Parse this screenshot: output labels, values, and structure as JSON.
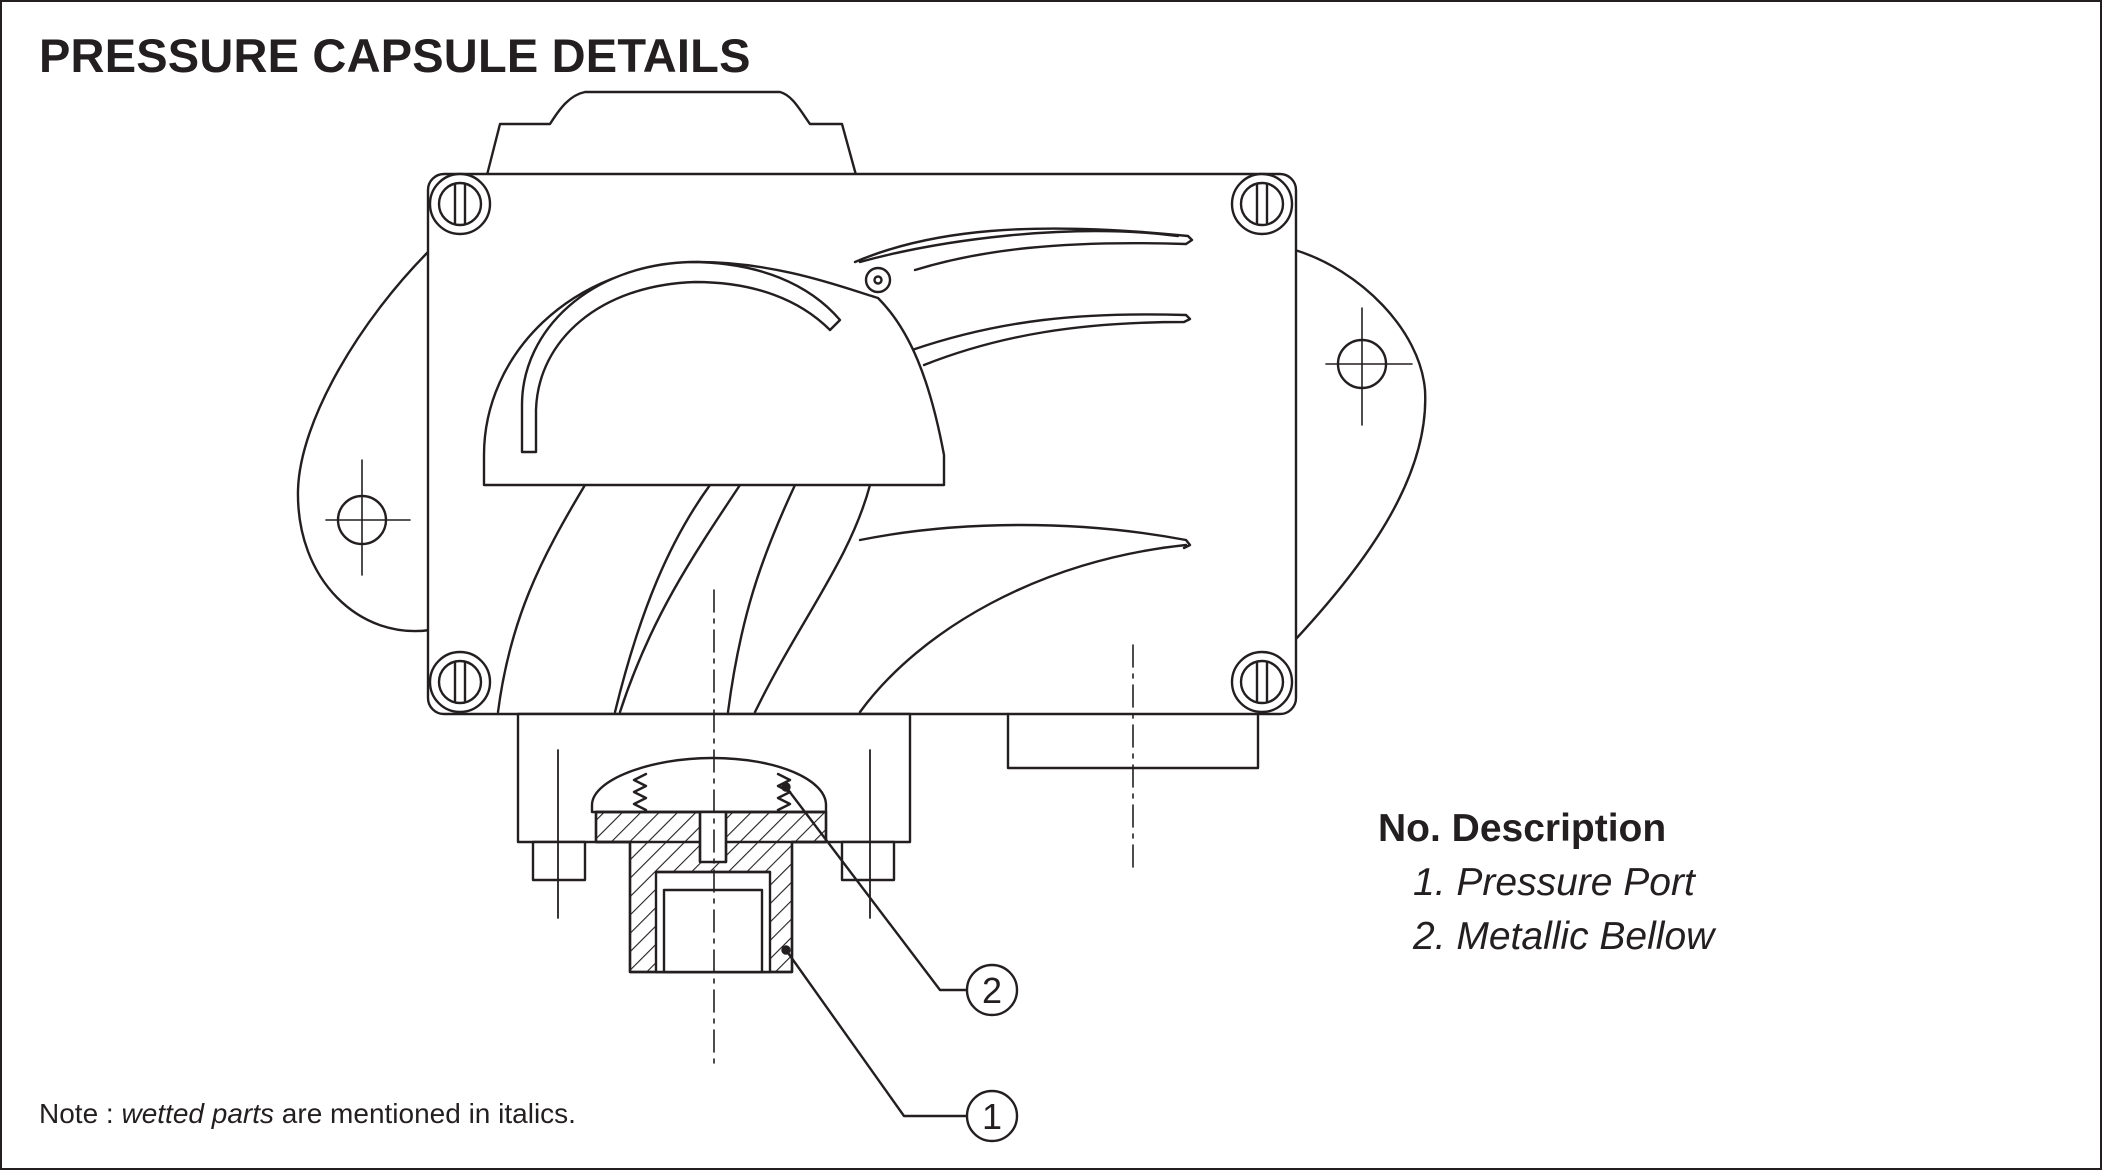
{
  "title": "PRESSURE CAPSULE DETAILS",
  "legend": {
    "heading": "No. Description",
    "items": [
      {
        "number": "1.",
        "label": "Pressure Port"
      },
      {
        "number": "2.",
        "label": "Metallic Bellow"
      }
    ]
  },
  "balloons": [
    {
      "number": "1"
    },
    {
      "number": "2"
    }
  ],
  "note": {
    "prefix": "Note : ",
    "emphasis": "wetted parts",
    "suffix": " are mentioned in italics."
  },
  "colors": {
    "line": "#231f20",
    "background": "#ffffff"
  }
}
